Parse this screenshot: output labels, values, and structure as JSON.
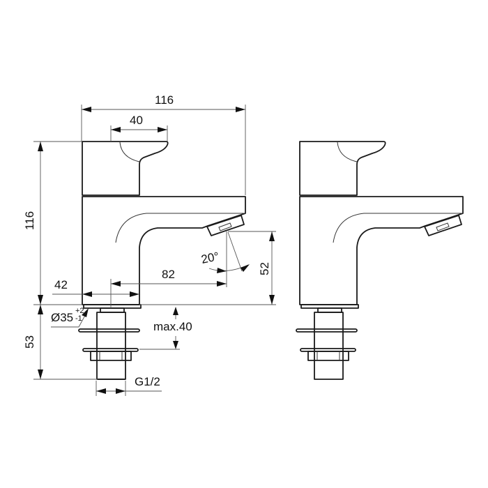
{
  "drawing": {
    "type": "technical-dimension-drawing",
    "subject": "pillar taps (side elevation, pair)",
    "line_color": "#1a1a1a",
    "background": "#ffffff"
  },
  "dimensions": {
    "overall_width": "116",
    "handle_width": "40",
    "overall_height": "116",
    "base_width": "42",
    "spout_reach": "82",
    "spout_angle": "20°",
    "spout_height": "52",
    "hole_diameter": "Ø35",
    "hole_tol_plus": "+2",
    "hole_tol_minus": "-1",
    "max_deck_thickness": "max.40",
    "shank_length": "53",
    "thread": "G1/2"
  }
}
